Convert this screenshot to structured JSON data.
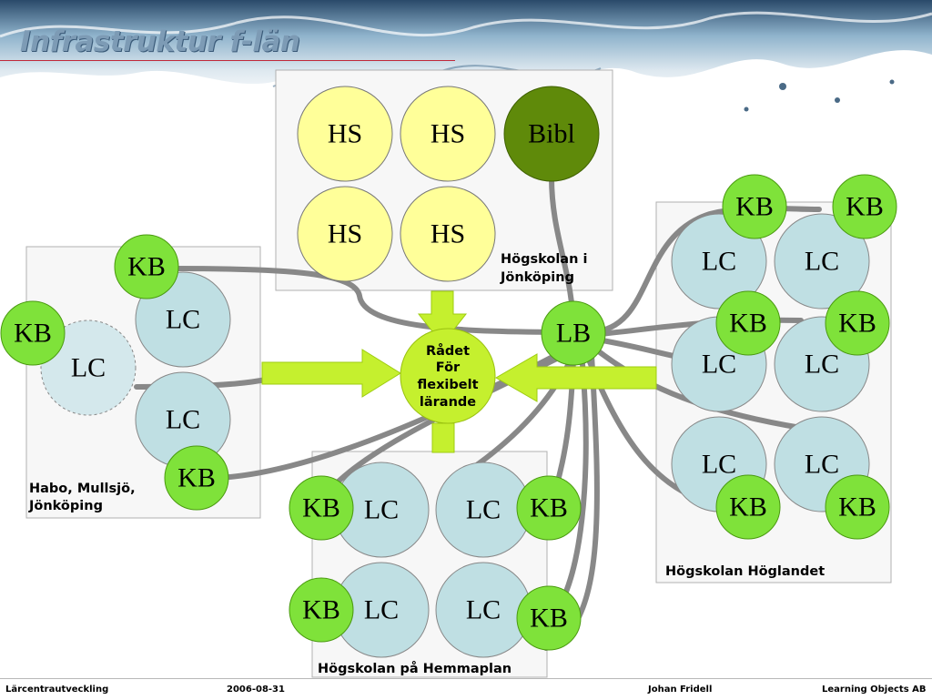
{
  "slide": {
    "title": "Infrastruktur f-län"
  },
  "groups": {
    "hogskolan_jonkoping": {
      "label_line1": "Högskolan i",
      "label_line2": "Jönköping"
    },
    "habo": {
      "label_line1": "Habo, Mullsjö,",
      "label_line2": "Jönköping"
    },
    "hemmaplan": {
      "label": "Högskolan på Hemmaplan"
    },
    "hoglandet": {
      "label": "Högskolan Höglandet"
    }
  },
  "nodes": {
    "hs1": "HS",
    "hs2": "HS",
    "hs3": "HS",
    "hs4": "HS",
    "bibl": "Bibl",
    "lb": "LB",
    "lc": "LC",
    "kb": "KB"
  },
  "center": {
    "line1": "Rådet",
    "line2": "För",
    "line3": "flexibelt",
    "line4": "lärande"
  },
  "footer": {
    "left": "Lärcentrautveckling",
    "date": "2006-08-31",
    "author": "Johan Fridell",
    "company": "Learning Objects AB"
  },
  "colors": {
    "hs_fill": "#ffff99",
    "bibl_fill": "#5f8a0a",
    "lc_fill": "#bfdfe3",
    "kb_fill": "#7fe23a",
    "center_fill": "#c5f02e",
    "arrow_fill": "#c5f02e",
    "link_stroke": "#888888",
    "panel_fill": "#f7f7f7"
  }
}
